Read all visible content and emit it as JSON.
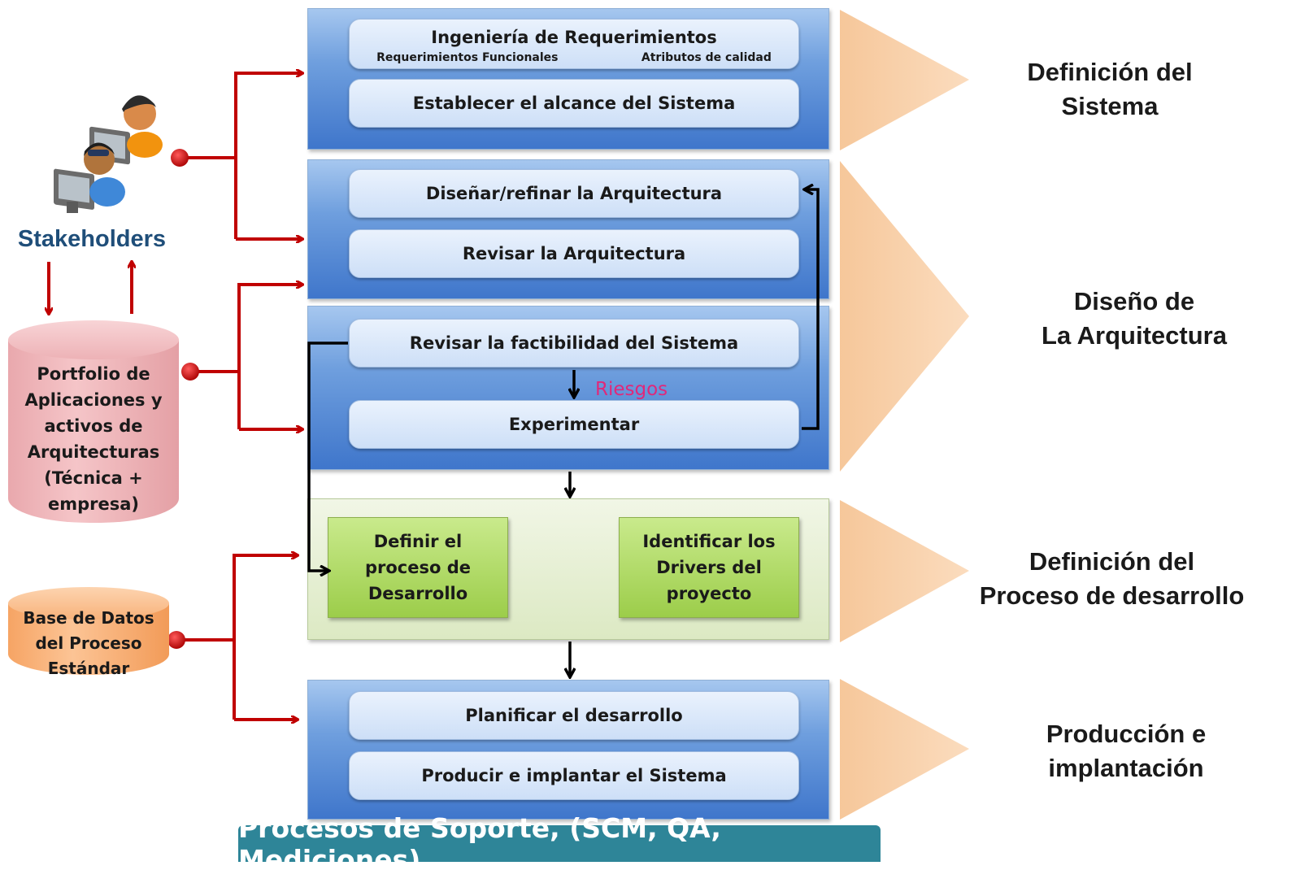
{
  "phases": {
    "definicion": "Definición del\nSistema",
    "diseno": "Diseño de\nLa Arquitectura",
    "proceso": "Definición del\nProceso de desarrollo",
    "produccion": "Producción e\nimplantación"
  },
  "band1": {
    "ingenieria": "Ingeniería de Requerimientos",
    "req_funcionales": "Requerimientos Funcionales",
    "atributos": "Atributos de calidad",
    "alcance": "Establecer el alcance del Sistema"
  },
  "band2": {
    "disenar": "Diseñar/refinar la Arquitectura",
    "revisar": "Revisar la Arquitectura"
  },
  "band3": {
    "factibilidad": "Revisar la factibilidad del Sistema",
    "riesgos": "Riesgos",
    "experimentar": "Experimentar"
  },
  "band4": {
    "definir": "Definir el\nproceso de\nDesarrollo",
    "drivers": "Identificar los\nDrivers  del\nproyecto"
  },
  "band5": {
    "planificar": "Planificar el desarrollo",
    "producir": "Producir e implantar el Sistema"
  },
  "stakeholders": "Stakeholders",
  "portfolio": "Portfolio de\nAplicaciones y\nactivos  de\nArquitecturas\n(Técnica +\nempresa)",
  "base_datos": "Base de Datos\ndel Proceso\nEstándar",
  "support": "Procesos de Soporte, (SCM, QA, Mediciones)",
  "colors": {
    "band_blue": "#3f76cb",
    "pill": "#cddff7",
    "green_box": "#9ccd4a",
    "arrow_red": "#c00000",
    "phase_triangle": "#f8cfa6",
    "support_bar": "#2e8598",
    "riesgos": "#e0287a"
  }
}
